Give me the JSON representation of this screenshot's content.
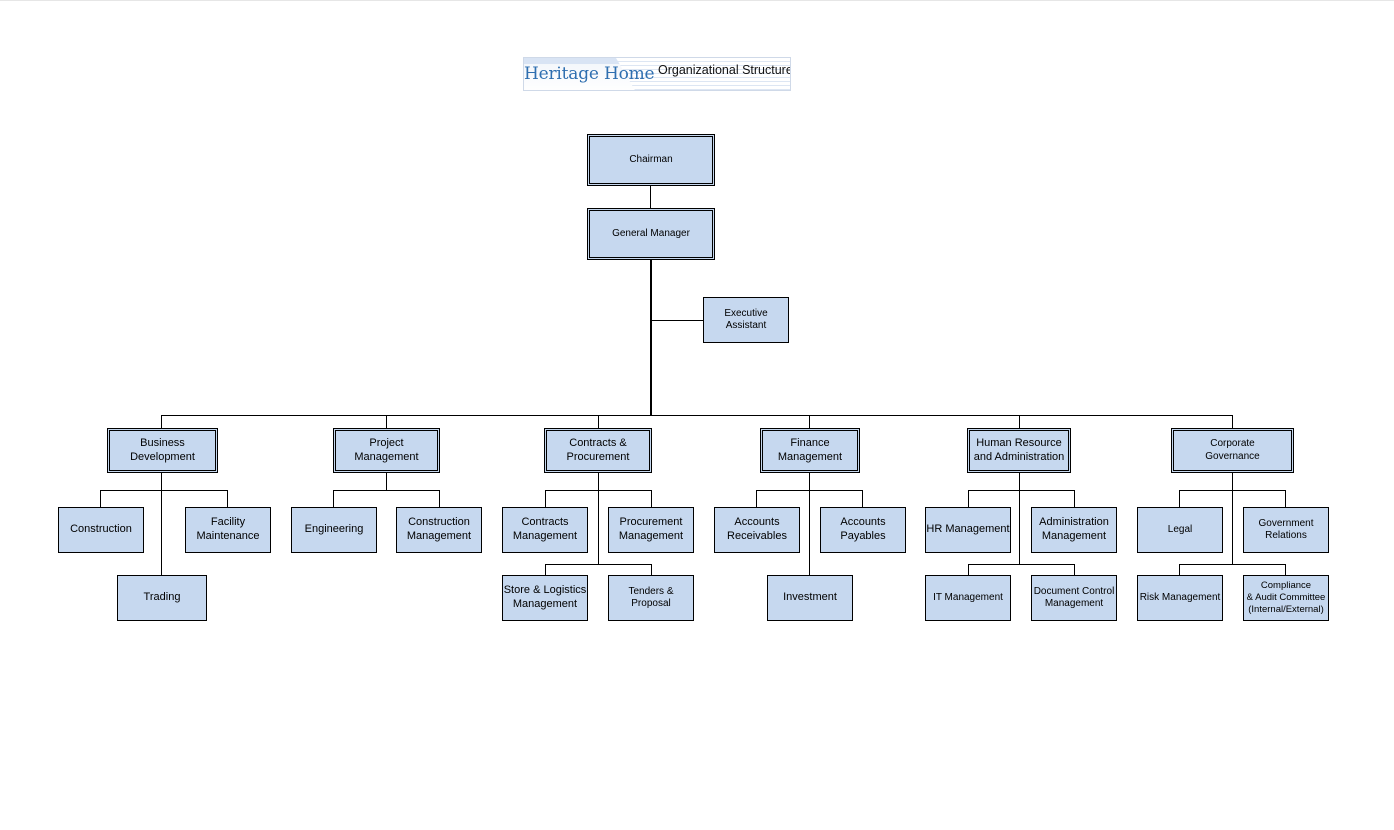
{
  "header": {
    "brand": "Heritage Home",
    "title": "Organizational Structure"
  },
  "nodes": {
    "chairman": "Chairman",
    "general_manager": "General Manager",
    "executive_assistant": "Executive\nAssistant",
    "business_development": "Business\nDevelopment",
    "construction": "Construction",
    "facility_maintenance": "Facility\nMaintenance",
    "trading": "Trading",
    "project_management": "Project\nManagement",
    "engineering": "Engineering",
    "construction_management": "Construction\nManagement",
    "contracts_procurement": "Contracts &\nProcurement",
    "contracts_management": "Contracts\nManagement",
    "procurement_management": "Procurement\nManagement",
    "store_logistics_management": "Store & Logistics\nManagement",
    "tenders_proposal": "Tenders &\nProposal",
    "finance_management": "Finance\nManagement",
    "accounts_receivables": "Accounts\nReceivables",
    "accounts_payables": "Accounts\nPayables",
    "investment": "Investment",
    "hr_administration": "Human Resource\nand Administration",
    "hr_management": "HR Management",
    "administration_management": "Administration\nManagement",
    "it_management": "IT Management",
    "document_control_management": "Document Control\nManagement",
    "corporate_governance": "Corporate\nGovernance",
    "legal": "Legal",
    "government_relations": "Government\nRelations",
    "risk_management": "Risk Management",
    "compliance_audit_committee": "Compliance\n& Audit Committee\n(Internal/External)"
  },
  "colors": {
    "box_fill": "#c6d8ef",
    "brand_blue": "#2f6fb0"
  }
}
